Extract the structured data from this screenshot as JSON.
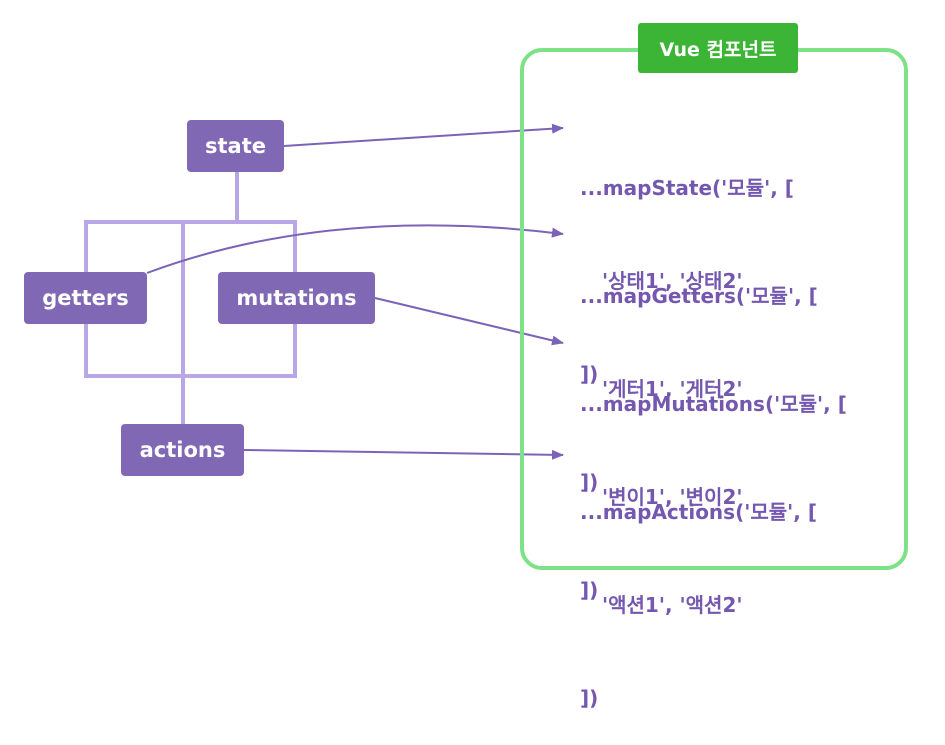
{
  "nodes": {
    "state": "state",
    "getters": "getters",
    "mutations": "mutations",
    "actions": "actions"
  },
  "component": {
    "title": "Vue 컴포넌트"
  },
  "helpers": [
    {
      "line1": "...mapState('모듈', [",
      "line2": "'상태1', '상태2'",
      "line3": "])"
    },
    {
      "line1": "...mapGetters('모듈', [",
      "line2": "'게터1', '게터2'",
      "line3": "])"
    },
    {
      "line1": "...mapMutations('모듈', [",
      "line2": "'변이1', '변이2'",
      "line3": "])"
    },
    {
      "line1": "...mapActions('모듈', [",
      "line2": "'액션1', '액션2'",
      "line3": "])"
    }
  ],
  "colors": {
    "node": "#8068b4",
    "connector": "#b9a6e6",
    "arrow": "#7b64b8",
    "component_border": "#7ce187",
    "component_title": "#3cb536",
    "code_text": "#7458b0"
  }
}
